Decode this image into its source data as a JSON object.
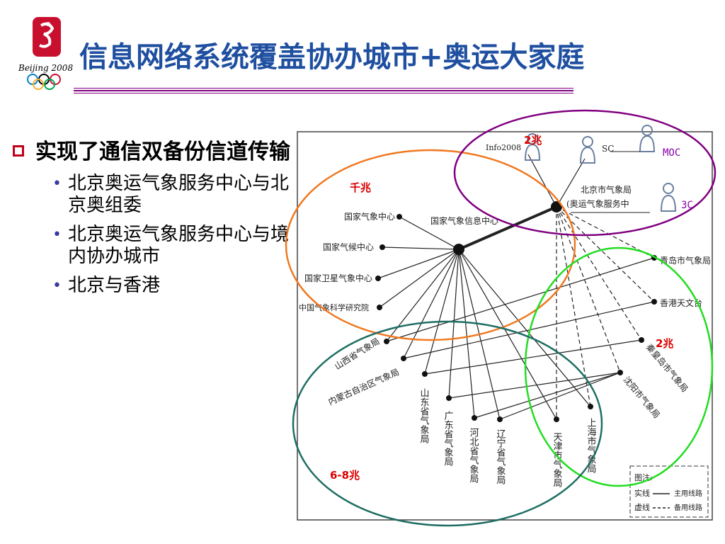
{
  "title": "信息网络系统覆盖协办城市+奥运大家庭",
  "logo": {
    "text": "Beijing 2008",
    "rings_icon": "olympic-rings-icon",
    "colors": [
      "#c8102e",
      "#0081c8",
      "#000000",
      "#00a651",
      "#fcb131"
    ]
  },
  "bullets": {
    "main": "实现了通信双备份信道传输",
    "items": [
      "北京奥运气象服务中心与北京奥组委",
      "北京奥运气象服务中心与境内协办城市",
      "北京与香港"
    ]
  },
  "diagram": {
    "national_nodes": [
      "国家气象中心",
      "国家气候中心",
      "国家卫星气象中心",
      "中国气象科学研究院"
    ],
    "hub_label": "国家气象信息中心",
    "beijing_label_1": "北京市气象局",
    "beijing_label_2": "(奥运气象服务中",
    "top_labels": [
      "Info2008",
      "SC",
      "MOC",
      "3C"
    ],
    "right_nodes": [
      "青岛市气象局",
      "香港天文台"
    ],
    "diagonal_nodes": [
      "秦皇岛市气象局",
      "沈阳市气象局"
    ],
    "bottom_left_nodes": [
      "山西省气象局",
      "内蒙古自治区气象局"
    ],
    "vertical_nodes": [
      "山东省气象局",
      "广东省气象局",
      "河北省气象局",
      "辽宁省气象局",
      "天津市气象局",
      "上海市气象局"
    ],
    "bandwidth_labels": {
      "top": "2兆",
      "left": "千兆",
      "right": "2兆",
      "bottom": "6-8兆"
    },
    "legend": {
      "title": "图注:",
      "solid_label": "实线",
      "solid_desc": "主用线路",
      "dashed_label": "虚线",
      "dashed_desc": "备用线路"
    },
    "colors": {
      "orange_ellipse": "#f07820",
      "purple_ellipse": "#800080",
      "green_ellipse": "#22dd22",
      "teal_ellipse": "#1e6e64",
      "bandwidth_text": "#dd0000",
      "ring_text": "#8800aa"
    }
  }
}
